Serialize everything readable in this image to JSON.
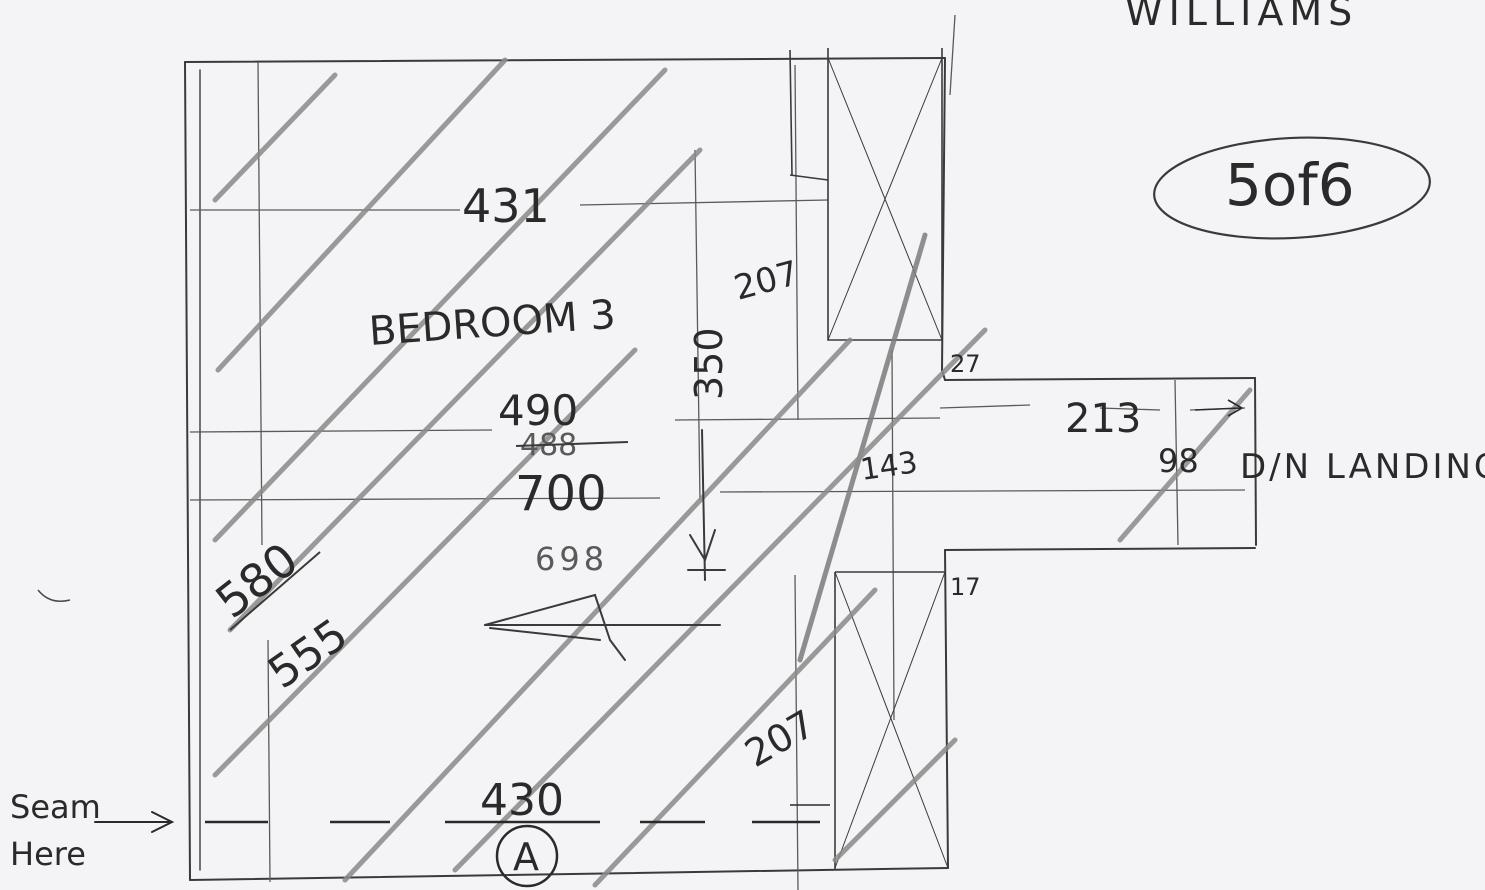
{
  "header": {
    "name": "WILLIAMS",
    "sheet": "5of6"
  },
  "room": {
    "name": "BEDROOM 3"
  },
  "dimensions": {
    "top_width": "431",
    "corridor_depth": "207",
    "corridor_depth_lower": "207",
    "height_350": "350",
    "width_primary": "490",
    "width_alt": "488",
    "length_primary": "700",
    "length_alt": "698",
    "left_primary": "580",
    "left_alt": "555",
    "gap_top": "27",
    "gap_bottom": "17",
    "landing_length": "213",
    "landing_mid": "143",
    "landing_width": "98",
    "bottom_width": "430"
  },
  "labels": {
    "landing": "D/N  LANDING",
    "seam_line1": "Seam",
    "seam_line2": "Here",
    "section_marker": "A"
  }
}
